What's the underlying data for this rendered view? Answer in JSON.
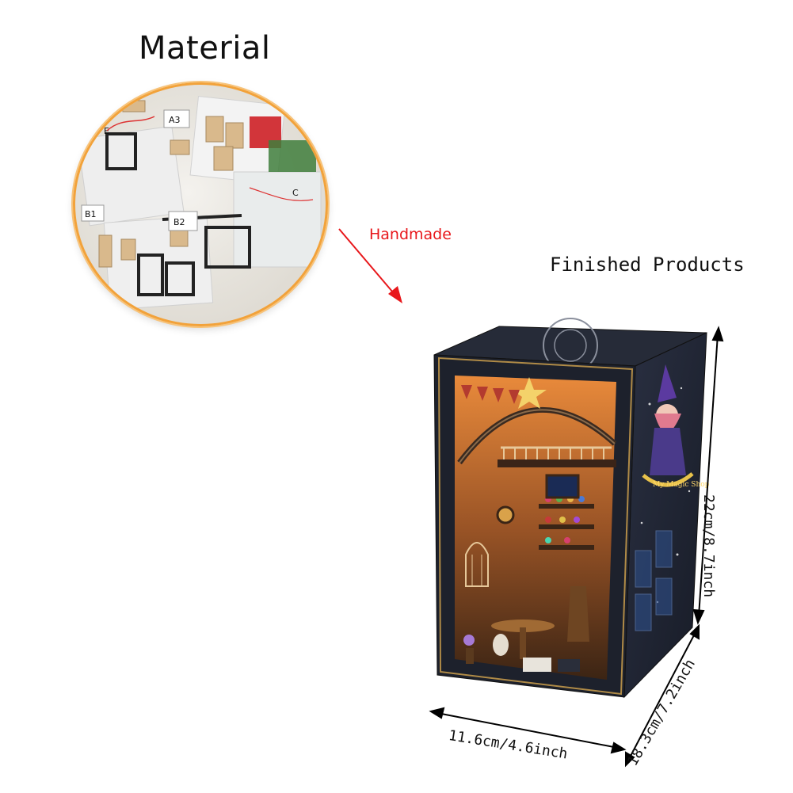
{
  "material": {
    "title": "Material",
    "bag_labels": [
      "A3",
      "B1",
      "B2",
      "C",
      "E"
    ]
  },
  "process": {
    "label": "Handmade",
    "arrow_color": "#e8171b"
  },
  "product": {
    "title": "Finished Products",
    "dimensions": {
      "height": "22cm/8.7inch",
      "width": "11.6cm/4.6inch",
      "depth": "18.3cm/7.2inch"
    },
    "side_logo": "My Magic Shop"
  },
  "colors": {
    "circle_border": "#f2a23a",
    "box_dark": "#1f2433",
    "interior_warm": "#c8742a"
  }
}
